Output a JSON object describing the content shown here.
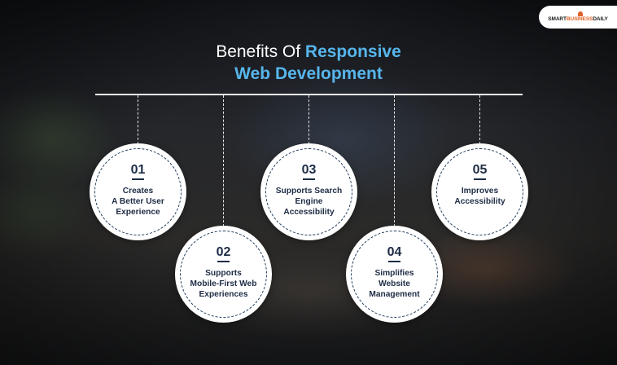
{
  "brand": {
    "logo_prefix": "SMART",
    "logo_accent": "BUSINESS",
    "logo_suffix": "DAILY",
    "accent_color": "#e0642a"
  },
  "title": {
    "line1_plain": "Benefits Of ",
    "line1_highlight": "Responsive",
    "line2_highlight": "Web Development",
    "highlight_color": "#57b6ec"
  },
  "benefits": [
    {
      "number": "01",
      "label": "Creates\nA Better User\nExperience"
    },
    {
      "number": "02",
      "label": "Supports\nMobile-First Web\nExperiences"
    },
    {
      "number": "03",
      "label": "Supports Search\nEngine\nAccessibility"
    },
    {
      "number": "04",
      "label": "Simplifies\nWebsite\nManagement"
    },
    {
      "number": "05",
      "label": "Improves\nAccessibility"
    }
  ]
}
